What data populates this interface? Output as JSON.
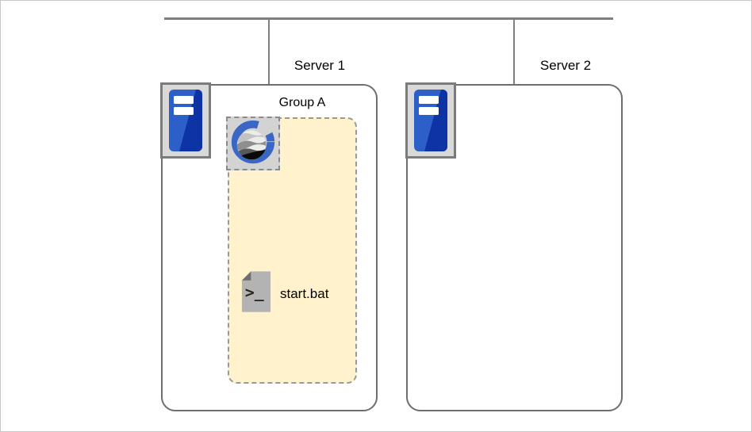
{
  "diagram": {
    "bus": {
      "name": "network bus"
    },
    "server1": {
      "label": "Server 1"
    },
    "server2": {
      "label": "Server 2"
    },
    "group_a": {
      "label": "Group A"
    },
    "script": {
      "label": "start.bat",
      "prompt_glyph": ">_"
    },
    "icons": {
      "server_rack": "server-rack-icon",
      "geoserver": "geoserver-icon",
      "batch_file": "batch-file-icon"
    },
    "colors": {
      "line_gray": "#7f7f7f",
      "box_border": "#6e6e6e",
      "group_fill": "#fff2cc",
      "dash_gray": "#999999",
      "icon_panel_gray": "#d3d3d3",
      "server_blue_light": "#2d5fc8",
      "server_blue_dark": "#0e33a5",
      "geoserver_blue": "#3a67c6",
      "file_gray": "#b3b3b3",
      "file_fold_gray": "#6e6e6e"
    }
  }
}
